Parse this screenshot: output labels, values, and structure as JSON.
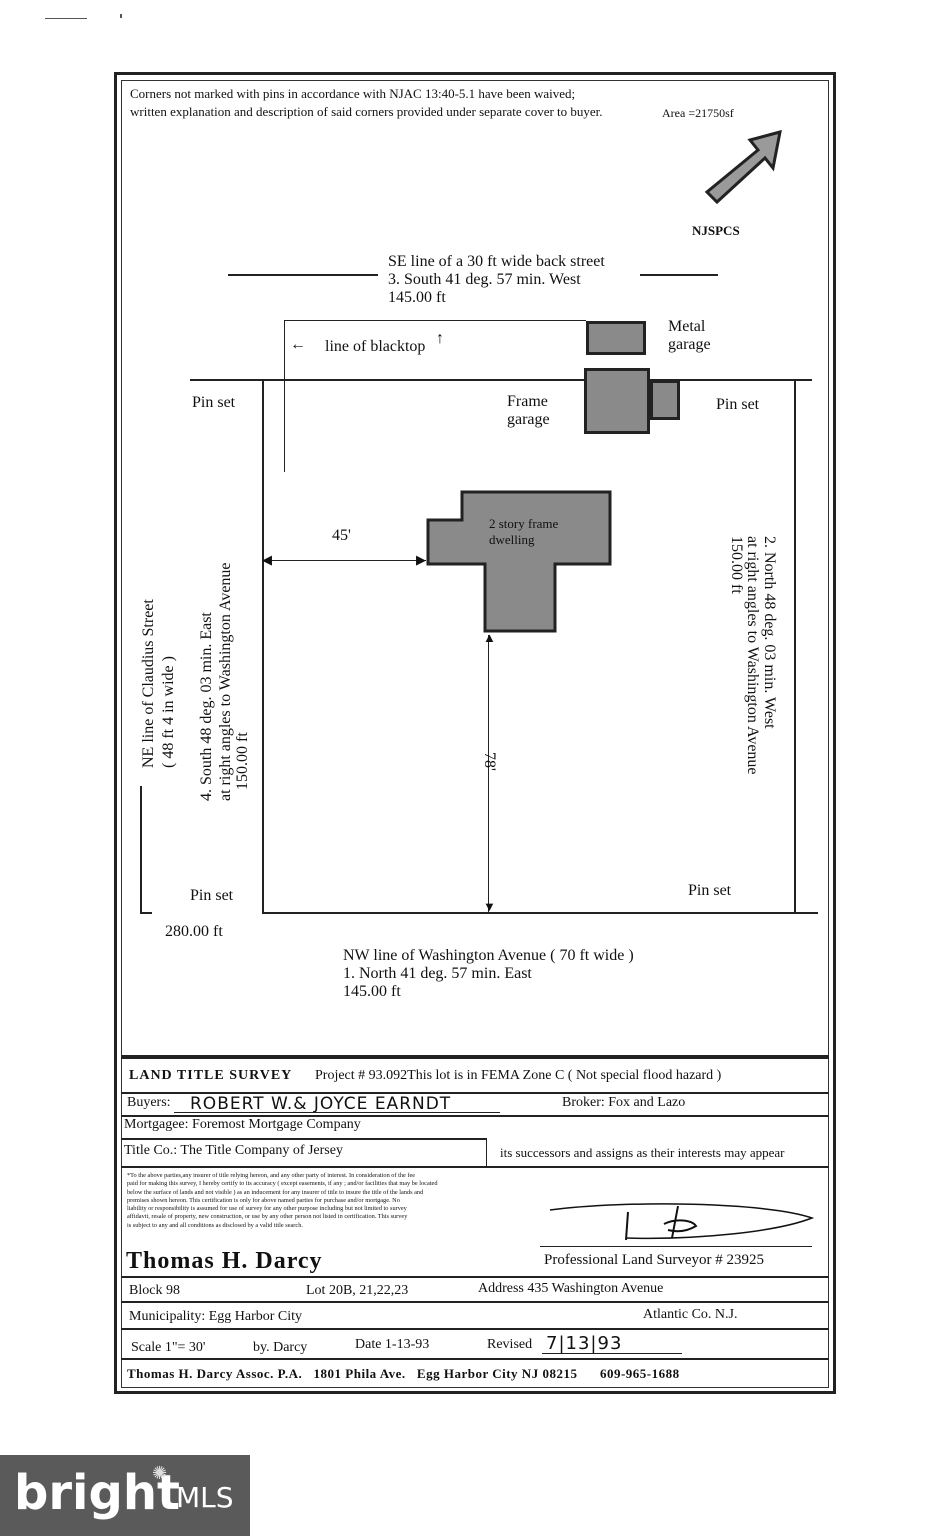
{
  "header": {
    "line1": "Corners not marked with pins in accordance with NJAC 13:40-5.1 have been waived;",
    "line2": "written explanation and description of said corners provided under separate cover to buyer.",
    "area": "Area =21750sf",
    "north_label": "NJSPCS"
  },
  "plot": {
    "se_line": "SE line of a 30 ft wide back street",
    "se_course": "3. South 41 deg. 57 min. West",
    "se_dist": "145.00 ft",
    "blacktop": "line of blacktop",
    "metal_garage": [
      "Metal",
      "garage"
    ],
    "frame_garage": [
      "Frame",
      "garage"
    ],
    "pin_tl": "Pin set",
    "pin_tr": "Pin set",
    "pin_bl": "Pin set",
    "pin_br": "Pin set",
    "dwelling": [
      "2 story frame",
      "dwelling"
    ],
    "setback_side": "45'",
    "setback_front": "78'",
    "ne_street": "NE line of Claudius Street",
    "ne_width": "( 48 ft 4 in wide )",
    "west_course": "4. South 48 deg. 03 min. East",
    "west_angle": "at right angles to Washington Avenue",
    "west_dist": "150.00 ft",
    "east_course": "2. North 48 deg. 03 min. West",
    "east_angle": "at right angles to Washington Avenue",
    "east_dist": "150.00 ft",
    "corner_dist": "280.00 ft",
    "nw_line": "NW line of Washington Avenue ( 70 ft wide )",
    "nw_course": "1. North 41 deg. 57 min. East",
    "nw_dist": "145.00 ft"
  },
  "title_block": {
    "title": "LAND TITLE SURVEY",
    "project": "Project # 93.092This lot is in FEMA Zone C ( Not special flood hazard )",
    "buyers_label": "Buyers:",
    "buyers": "ROBERT W.& JOYCE EARNDT",
    "broker": "Broker: Fox and Lazo",
    "mortgagee": "Mortgagee: Foremost Mortgage Company",
    "title_co": "Title Co.: The Title Company of Jersey",
    "successors": "its successors and assigns as their interests may appear",
    "certification": [
      "*To the above parties,any insurer of title relying hereon, and any other party of interest. In consideration of the fee",
      "paid for making this survey, I hereby certify to its accuracy ( except easements, if any ; and/or facilities that may be located",
      "below the surface of lands and not visible ) as an inducement for any insurer of title to insure the title of the lands and",
      "premises shown hereon. This certification is only for above named parties for purchase and/or mortgage. No",
      "liability or responsibility is assumed for use of survey for any other purpose including but not limited to survey",
      "affidavit, resale of property, new construction, or use by any other person not listed in certification. This survey",
      "is subject to any and all conditions as disclosed by a valid title search."
    ],
    "surveyor": "Thomas H. Darcy",
    "surveyor_title": "Professional Land Surveyor # 23925",
    "block": "Block 98",
    "lot": "Lot 20B, 21,22,23",
    "address": "Address 435 Washington Avenue",
    "municipality": "Municipality: Egg Harbor City",
    "county": "Atlantic Co. N.J.",
    "scale": "Scale 1\"= 30'",
    "by": "by. Darcy",
    "date": "Date 1-13-93",
    "revised_label": "Revised",
    "revised_date": "7|13|93",
    "footer": "Thomas H. Darcy Assoc. P.A.   1801 Phila Ave.   Egg Harbor City NJ 08215      609-965-1688"
  },
  "watermark": {
    "brand": "bright",
    "mls": "MLS"
  }
}
